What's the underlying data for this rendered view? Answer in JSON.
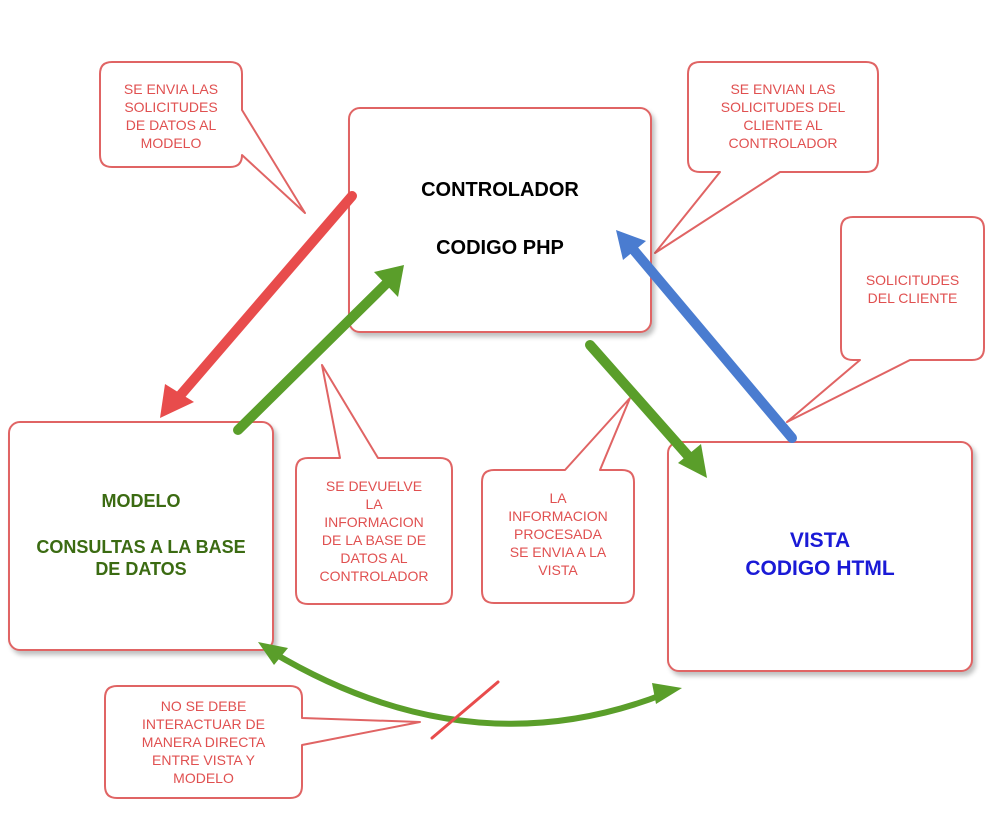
{
  "controlador": {
    "line1": "CONTROLADOR",
    "line2": "CODIGO PHP"
  },
  "modelo": {
    "line1": "MODELO",
    "line2": "CONSULTAS A LA BASE",
    "line3": "DE DATOS"
  },
  "vista": {
    "line1": "VISTA",
    "line2": "CODIGO HTML"
  },
  "callouts": {
    "to_modelo": [
      "SE ENVIA LAS",
      "SOLICITUDES",
      "DE DATOS AL",
      "MODELO"
    ],
    "to_controlador": [
      "SE ENVIAN LAS",
      "SOLICITUDES DEL",
      "CLIENTE AL",
      "CONTROLADOR"
    ],
    "client": [
      "SOLICITUDES",
      "DEL CLIENTE"
    ],
    "returned": [
      "SE DEVUELVE",
      "LA",
      "INFORMACION",
      "DE LA BASE DE",
      "DATOS AL",
      "CONTROLADOR"
    ],
    "processed": [
      "LA",
      "INFORMACION",
      "PROCESADA",
      "SE ENVIA A LA",
      "VISTA"
    ],
    "no_direct": [
      "NO SE DEBE",
      "INTERACTUAR DE",
      "MANERA DIRECTA",
      "ENTRE VISTA Y",
      "MODELO"
    ]
  },
  "colors": {
    "red": "#e84c4c",
    "green": "#5a9e2a",
    "blue": "#4a7cd0",
    "model_text": "#3b6b12",
    "view_text": "#1a1ad6",
    "callout_text": "#e05050"
  }
}
